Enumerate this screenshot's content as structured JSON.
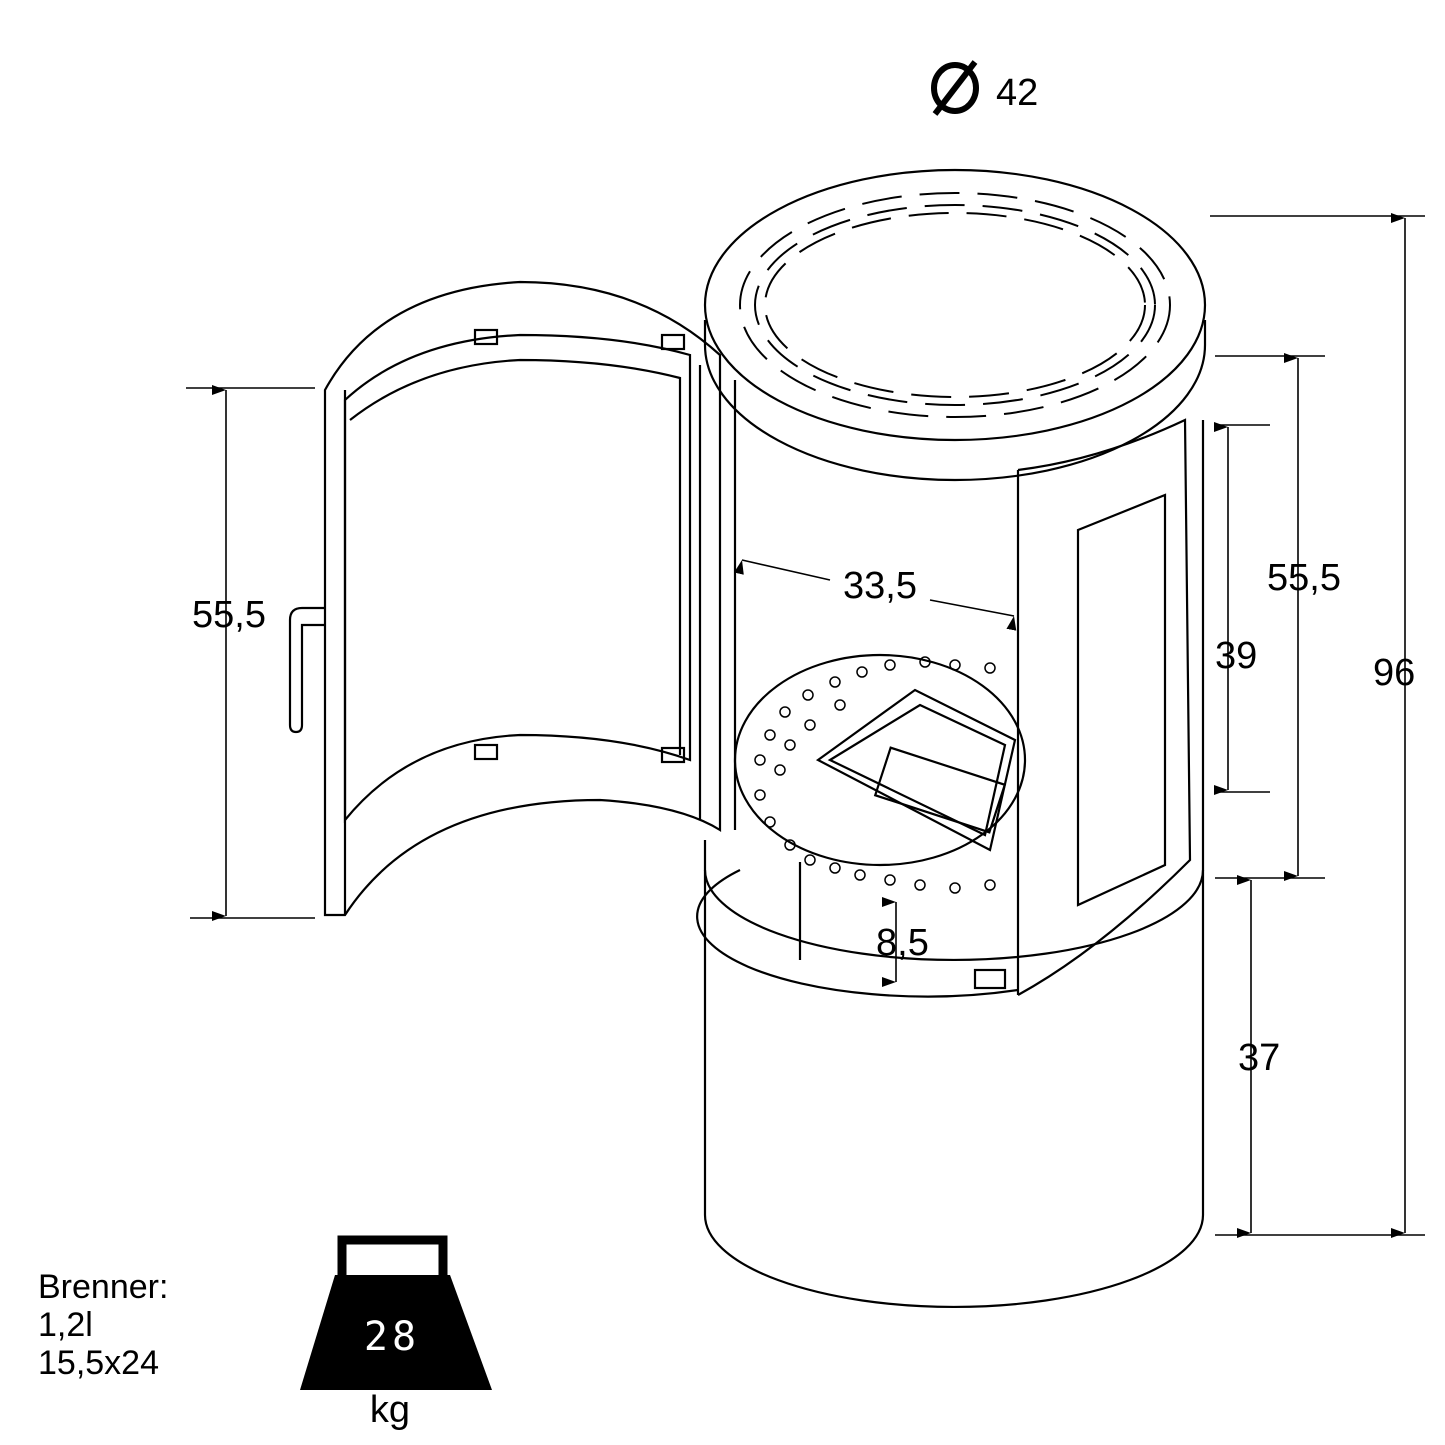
{
  "dimensions": {
    "diameter_symbol": "Ø",
    "diameter": "42",
    "total_height": "96",
    "door_height": "55,5",
    "opening_height": "55,5",
    "glass_height": "39",
    "base_height": "37",
    "inner_width": "33,5",
    "burner_depth": "8,5"
  },
  "burner": {
    "label": "Brenner:",
    "volume": "1,2l",
    "size": "15,5x24"
  },
  "weight": {
    "value": "28",
    "unit": "kg"
  },
  "colors": {
    "line": "#000000",
    "background": "#ffffff"
  }
}
